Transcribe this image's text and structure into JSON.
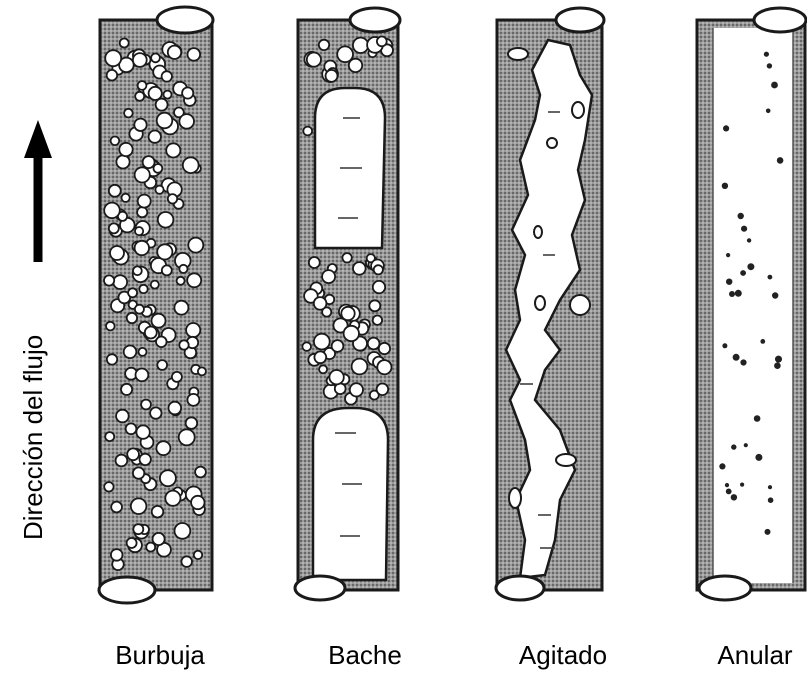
{
  "flow_direction_label": "Dirección del flujo",
  "regimes": [
    {
      "key": "bubble",
      "label": "Burbuja"
    },
    {
      "key": "slug",
      "label": "Bache"
    },
    {
      "key": "churn",
      "label": "Agitado"
    },
    {
      "key": "annular",
      "label": "Anular"
    }
  ],
  "colors": {
    "outline": "#1a1a1a",
    "fill_dark": "#8a8a8a",
    "bubble_fill": "#ffffff"
  }
}
